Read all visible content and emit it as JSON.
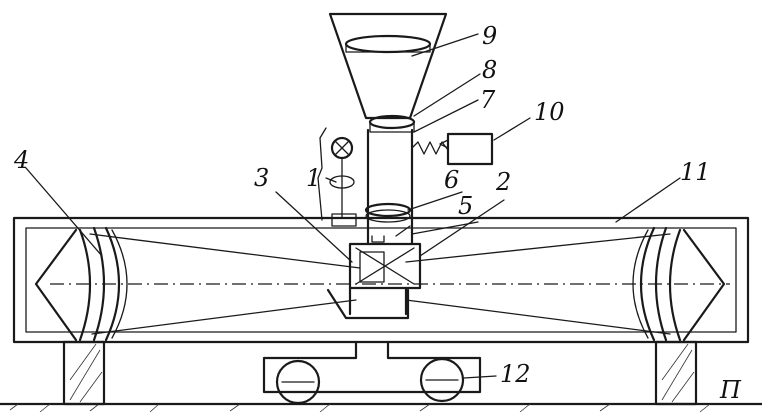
{
  "labels": {
    "l1": "1",
    "l2": "2",
    "l3": "3",
    "l4": "4",
    "l5": "5",
    "l6": "6",
    "l7": "7",
    "l8": "8",
    "l9": "9",
    "l10": "10",
    "l11": "11",
    "l12": "12",
    "floor": "П"
  },
  "colors": {
    "ink": "#1a1a1a",
    "paper": "#ffffff"
  }
}
